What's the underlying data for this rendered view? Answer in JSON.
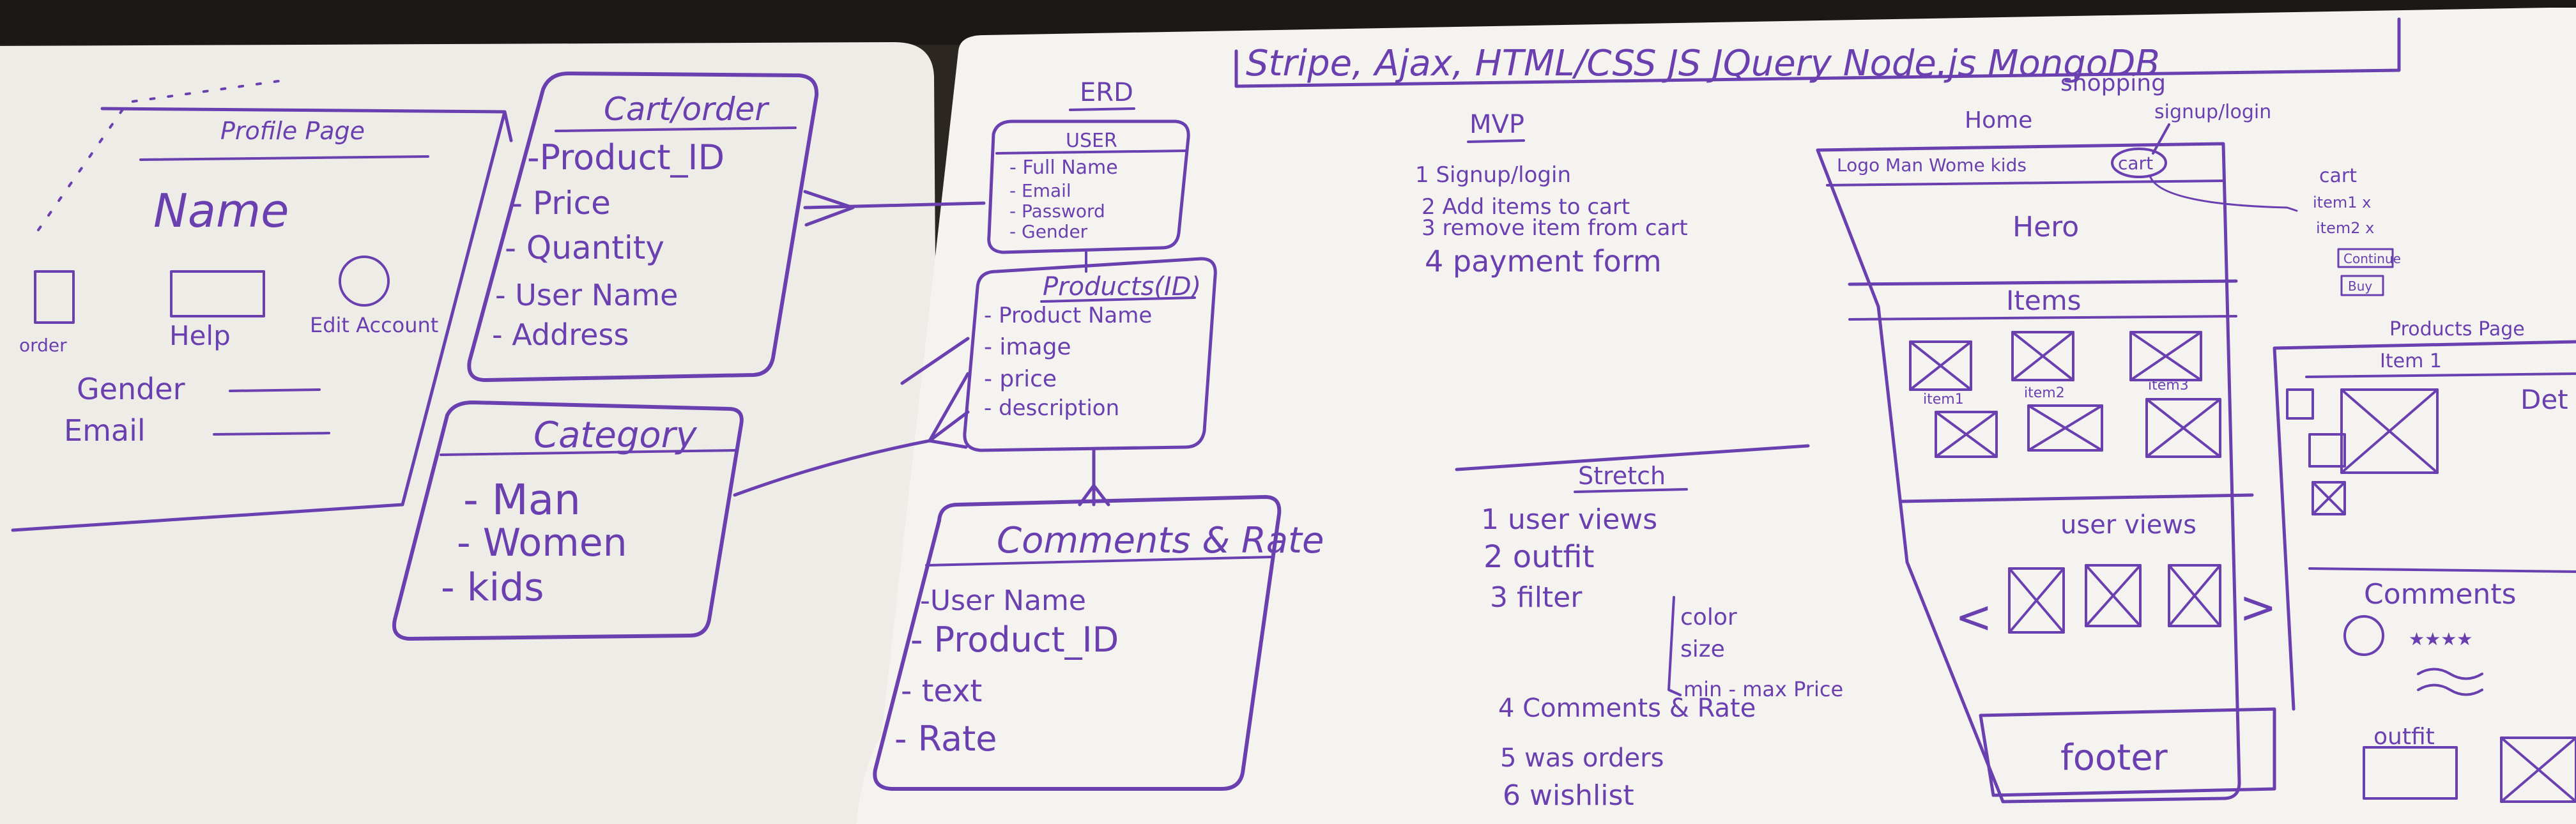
{
  "tech_stack": "Stripe, Ajax, HTML/CSS   JS   JQuery   Node.js   MongoDB",
  "profile": {
    "title": "Profile Page",
    "name": "Name",
    "icons": [
      "order",
      "Help",
      "Edit Account"
    ],
    "fields": [
      "Gender",
      "Email"
    ]
  },
  "cart_order": {
    "title": "Cart/order",
    "fields": [
      "-Product_ID",
      "- Price",
      "- Quantity",
      "- User Name",
      "- Address"
    ]
  },
  "category": {
    "title": "Category",
    "items": [
      "- Man",
      "- Women",
      "- kids"
    ]
  },
  "erd": {
    "label": "ERD",
    "user": {
      "title": "USER",
      "fields": [
        "- Full Name",
        "- Email",
        "- Password",
        "- Gender"
      ]
    },
    "products": {
      "title": "Products(ID)",
      "fields": [
        "- Product Name",
        "- image",
        "- price",
        "- description"
      ]
    },
    "comments": {
      "title": "Comments & Rate",
      "fields": [
        "-User Name",
        "- Product_ID",
        "- text",
        "- Rate"
      ]
    }
  },
  "mvp": {
    "title": "MVP",
    "items": [
      "1 Signup/login",
      "2 Add items to cart",
      "3 remove item from cart",
      "4 payment form"
    ]
  },
  "stretch": {
    "title": "Stretch",
    "items": [
      "1 user views",
      "2 outfit",
      "3 filter",
      "4 Comments & Rate",
      "5 was orders",
      "6 wishlist"
    ],
    "filter_options": [
      "color",
      "size",
      "min - max Price"
    ]
  },
  "home": {
    "caption": "shopping",
    "label": "Home",
    "signup_label": "signup/login",
    "nav": "Logo   Man Wome kids",
    "cart_label": "cart",
    "hero": "Hero",
    "items": "Items",
    "item_labels": [
      "item1",
      "item2",
      "item3"
    ],
    "user_views": "user views",
    "footer": "footer"
  },
  "cart_mockup": {
    "title": "cart",
    "rows": [
      "item1 x",
      "item2 x"
    ],
    "buttons": [
      "Continue",
      "Buy"
    ]
  },
  "product_page": {
    "title": "Products Page",
    "item": "Item 1",
    "details": "Det",
    "comments": "Comments",
    "outfit": "outfit"
  }
}
